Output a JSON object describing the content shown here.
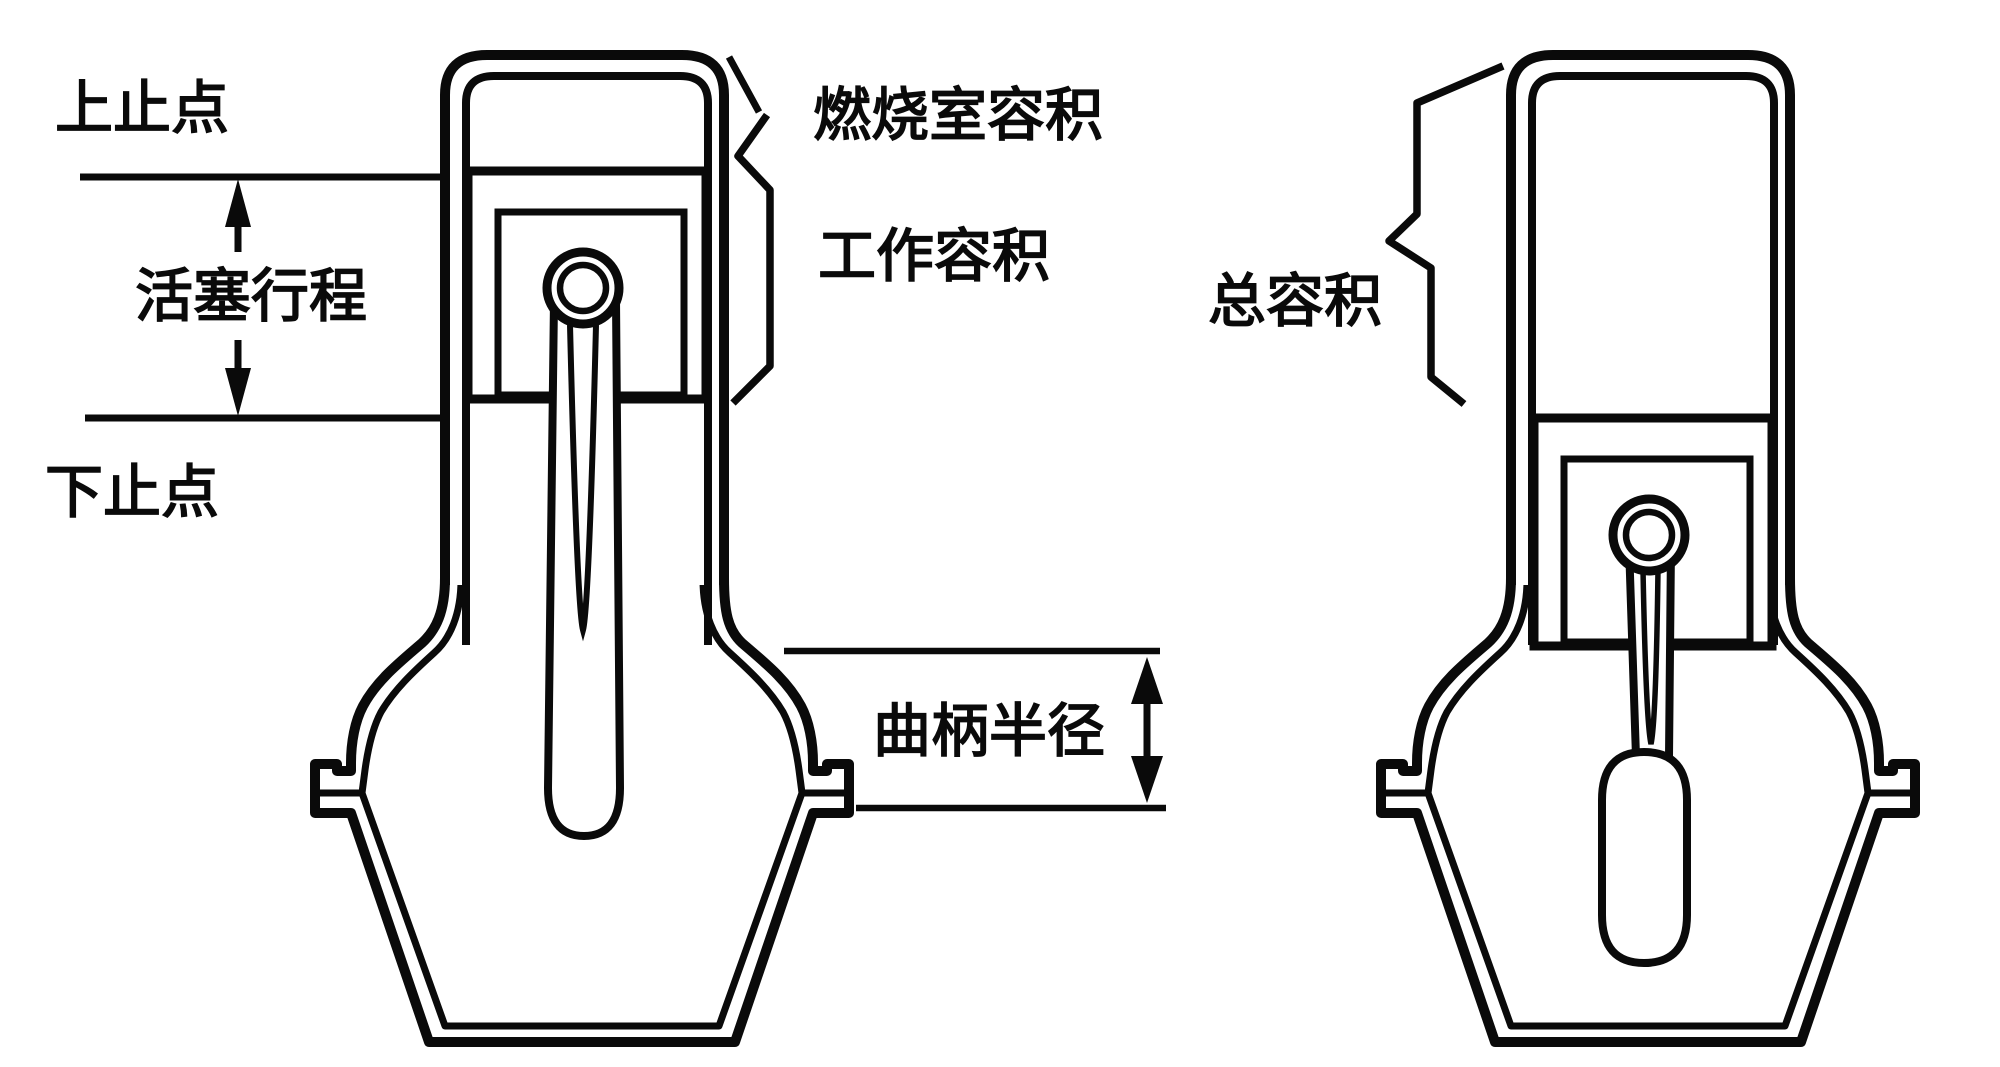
{
  "canvas": {
    "background": "#ffffff",
    "line_color": "#0a0a0a"
  },
  "left_figure": {
    "description": "engine cylinder with piston at top dead center",
    "labels": {
      "top_dead_center": "上止点",
      "piston_stroke": "活塞行程",
      "bottom_dead_center": "下止点",
      "combustion_chamber_volume": "燃烧室容积",
      "working_volume": "工作容积",
      "crank_radius": "曲柄半径"
    }
  },
  "right_figure": {
    "description": "engine cylinder with piston at bottom dead center",
    "labels": {
      "total_volume": "总容积"
    }
  }
}
